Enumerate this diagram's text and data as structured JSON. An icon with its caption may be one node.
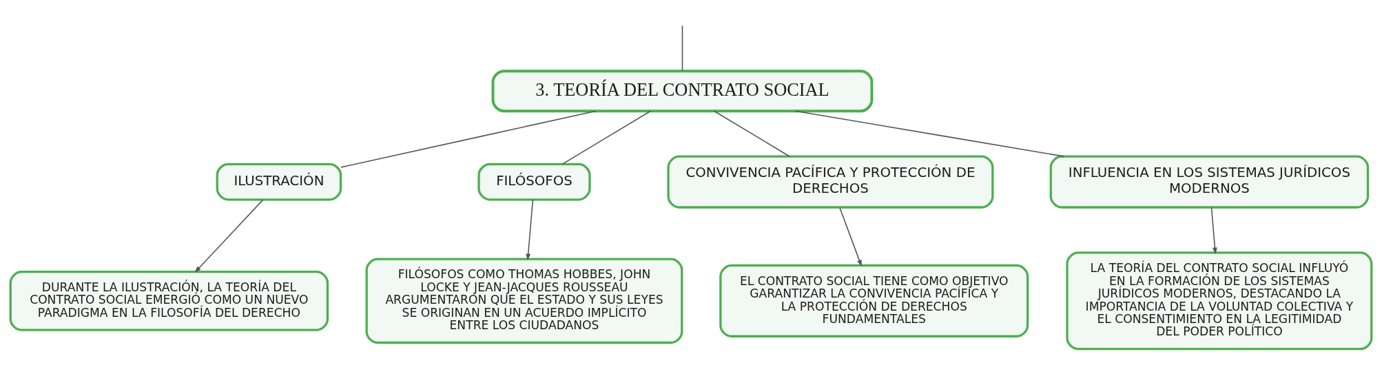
{
  "diagram": {
    "nodes": [
      {
        "text": [
          "3. TEORÍA DEL CONTRATO SOCIAL"
        ]
      },
      {
        "text": [
          "ILUSTRACIÓN"
        ]
      },
      {
        "text": [
          "FILÓSOFOS"
        ]
      },
      {
        "text": [
          "CONVIVENCIA PACÍFICA Y PROTECCIÓN DE DERECHOS"
        ]
      },
      {
        "text": [
          "INFLUENCIA EN LOS SISTEMAS JURÍDICOS MODERNOS"
        ]
      },
      {
        "text": [
          "DURANTE LA ILUSTRACIÓN, LA TEORÍA DEL CONTRATO SOCIAL EMERGIÓ COMO UN NUEVO PARADIGMA EN LA FILOSOFÍA DEL DERECHO"
        ]
      },
      {
        "text": [
          "FILÓSOFOS COMO THOMAS HOBBES, JOHN LOCKE Y JEAN-JACQUES ROUSSEAU ARGUMENTARON QUE EL ESTADO Y SUS LEYES SE ORIGINAN EN UN ACUERDO IMPLÍCITO ENTRE LOS CIUDADANOS"
        ]
      },
      {
        "text": [
          "EL CONTRATO SOCIAL TIENE COMO OBJETIVO GARANTIZAR LA CONVIVENCIA PACÍFICA Y LA PROTECCIÓN DE DERECHOS FUNDAMENTALES"
        ]
      },
      {
        "text": [
          "LA TEORÍA DEL CONTRATO SOCIAL INFLUYÓ EN LA FORMACIÓN DE LOS SISTEMAS JURÍDICOS MODERNOS, DESTACANDO LA IMPORTANCIA DE LA VOLUNTAD COLECTIVA Y EL CONSENTIMIENTO EN LA LEGITIMIDAD DEL PODER POLÍTICO"
        ]
      }
    ],
    "edges": [
      {
        "from": null,
        "to": 0,
        "arrow": "none"
      },
      {
        "from": 0,
        "to": 1,
        "arrow": "none"
      },
      {
        "from": 0,
        "to": 2,
        "arrow": "none"
      },
      {
        "from": 0,
        "to": 3,
        "arrow": "none"
      },
      {
        "from": 0,
        "to": 4,
        "arrow": "none"
      },
      {
        "from": 1,
        "to": 5,
        "arrow": "to"
      },
      {
        "from": 2,
        "to": 6,
        "arrow": "to"
      },
      {
        "from": 3,
        "to": 7,
        "arrow": "to"
      },
      {
        "from": 4,
        "to": 8,
        "arrow": "to"
      }
    ]
  }
}
